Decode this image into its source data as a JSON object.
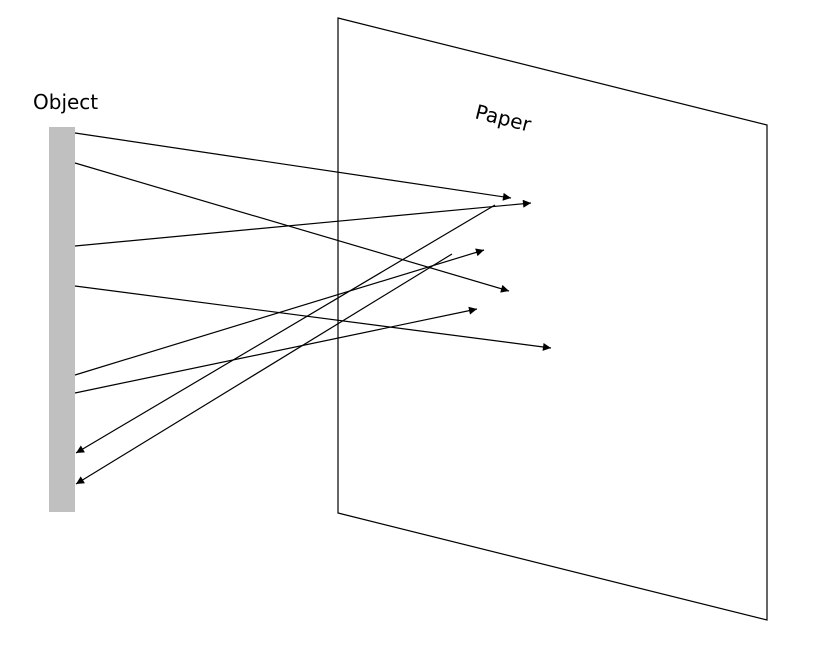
{
  "diagram": {
    "type": "ray-diagram",
    "labels": {
      "object": "Object",
      "paper": "Paper"
    },
    "colors": {
      "object_fill": "#c0c0c0",
      "line": "#000000",
      "background": "#ffffff"
    },
    "rays": [
      {
        "id": "ray-1",
        "direction": "object-to-paper"
      },
      {
        "id": "ray-2",
        "direction": "object-to-paper"
      },
      {
        "id": "ray-3",
        "direction": "object-to-paper"
      },
      {
        "id": "ray-4",
        "direction": "object-to-paper"
      },
      {
        "id": "ray-5",
        "direction": "object-to-paper"
      },
      {
        "id": "ray-6",
        "direction": "object-to-paper"
      },
      {
        "id": "ray-7",
        "direction": "paper-to-object"
      },
      {
        "id": "ray-8",
        "direction": "paper-to-object"
      }
    ]
  }
}
